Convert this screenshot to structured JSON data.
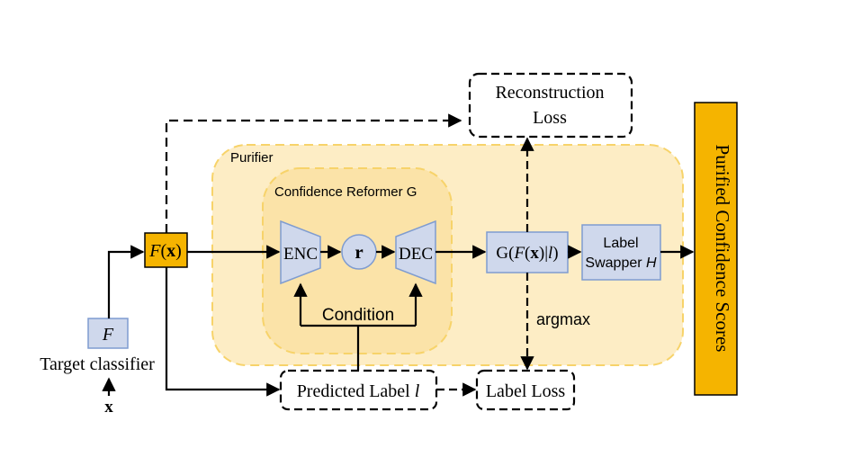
{
  "purifier": {
    "label": "Purifier"
  },
  "reformer": {
    "label": "Confidence Reformer G",
    "encoder": "ENC",
    "latent": "r",
    "decoder": "DEC",
    "condition": "Condition"
  },
  "target_classifier": {
    "symbol": "F",
    "label": "Target classifier",
    "input": "x"
  },
  "confidence": {
    "F_italic": "F",
    "open": "(",
    "x_bold": "x",
    "close": ")"
  },
  "reconstruction_loss": {
    "line1": "Reconstruction",
    "line2": "Loss"
  },
  "g_output": {
    "prefix": "G(",
    "F_italic": "F",
    "open": "(",
    "x_bold": "x",
    "mid": ")|",
    "l_italic": "l",
    "close": ")"
  },
  "label_swapper": {
    "line1": "Label",
    "line2_text": "Swapper ",
    "line2_italic": "H"
  },
  "argmax_label": "argmax",
  "predicted_label": {
    "text": "Predicted Label ",
    "l_italic": "l"
  },
  "label_loss": "Label Loss",
  "output": {
    "label": "Purified Confidence Scores"
  },
  "colors": {
    "purifier_fill": "#fdedc5",
    "purifier_stroke": "#f7d36a",
    "reformer_fill": "#fbe3a8",
    "block_fill": "#cfd8ec",
    "block_stroke": "#7f9cd0",
    "orange": "#f5b400",
    "ink": "#000000"
  }
}
